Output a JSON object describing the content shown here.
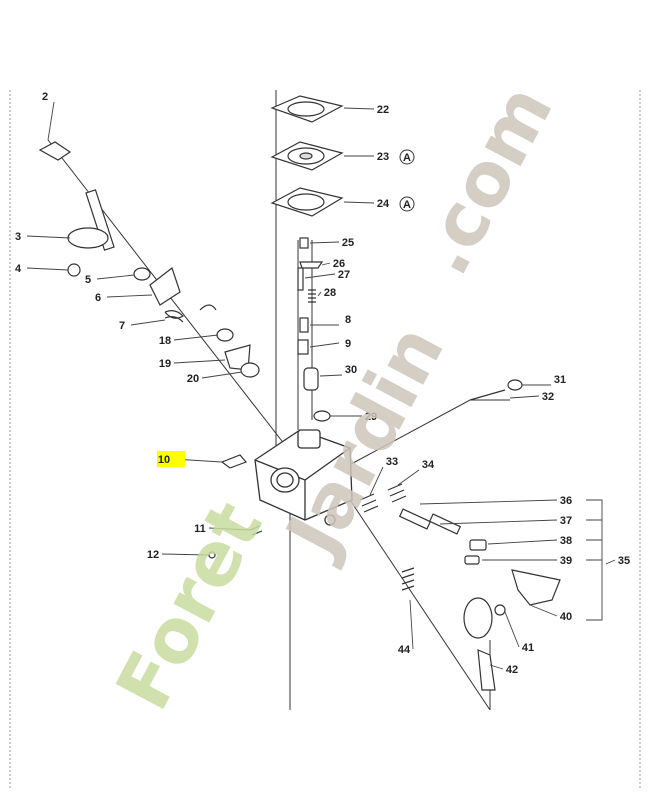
{
  "diagram": {
    "highlight_color": "#ffff00",
    "labels": [
      {
        "text": "2"
      },
      {
        "text": "3"
      },
      {
        "text": "4"
      },
      {
        "text": "5"
      },
      {
        "text": "6"
      },
      {
        "text": "7"
      },
      {
        "text": "18"
      },
      {
        "text": "19"
      },
      {
        "text": "20"
      },
      {
        "text": "10"
      },
      {
        "text": "11"
      },
      {
        "text": "12"
      },
      {
        "text": "22"
      },
      {
        "text": "23"
      },
      {
        "text": "24"
      },
      {
        "text": "25"
      },
      {
        "text": "26"
      },
      {
        "text": "27"
      },
      {
        "text": "28"
      },
      {
        "text": "8"
      },
      {
        "text": "9"
      },
      {
        "text": "30"
      },
      {
        "text": "29"
      },
      {
        "text": "31"
      },
      {
        "text": "32"
      },
      {
        "text": "33"
      },
      {
        "text": "34"
      },
      {
        "text": "36"
      },
      {
        "text": "37"
      },
      {
        "text": "38"
      },
      {
        "text": "39"
      },
      {
        "text": "35"
      },
      {
        "text": "40"
      },
      {
        "text": "41"
      },
      {
        "text": "42"
      },
      {
        "text": "44"
      }
    ],
    "marker_a": "A"
  },
  "watermark": {
    "brand_part1": "Foret",
    "brand_part2": "Jardin",
    "domain": ".com",
    "color_green": "#c8dca0",
    "color_grey": "#cdc6bc"
  }
}
